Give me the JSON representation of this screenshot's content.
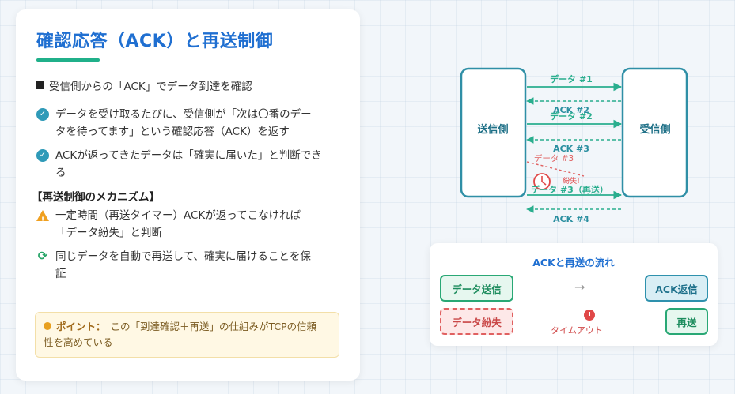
{
  "title": "確認応答（ACK）と再送制御",
  "intro": "受信側からの「ACK」でデータ到達を確認",
  "bullets": [
    {
      "icon": "check-circle-icon",
      "text_line1": "データを受け取るたびに、受信側が「次は〇番のデー",
      "text_line2": "タを待ってます」という確認応答（ACK）を返す"
    },
    {
      "icon": "check-circle-icon",
      "text_line1": "ACKが返ってきたデータは「確実に届いた」と判断でき",
      "text_line2": "る"
    }
  ],
  "mechanism_heading": "【再送制御のメカニズム】",
  "mechanism": [
    {
      "icon": "warning-icon",
      "text_line1": "一定時間（再送タイマー）ACKが返ってこなければ",
      "text_line2": "「データ紛失」と判断"
    },
    {
      "icon": "refresh-icon",
      "text_line1": "同じデータを自動で再送して、確実に届けることを保",
      "text_line2": "証"
    }
  ],
  "point": {
    "label": "ポイント：",
    "text_line1": "この「到達確認＋再送」の仕組みがTCPの信頼",
    "text_line2": "性を高めている"
  },
  "sequence": {
    "sender": "送信側",
    "receiver": "受信側",
    "messages": [
      {
        "label": "データ #1",
        "direction": "send",
        "style": "solid"
      },
      {
        "label": "ACK #2",
        "direction": "reply",
        "style": "dashed"
      },
      {
        "label": "データ #2",
        "direction": "send",
        "style": "solid"
      },
      {
        "label": "ACK #3",
        "direction": "reply",
        "style": "dashed"
      },
      {
        "label": "データ #3",
        "direction": "send",
        "style": "lost"
      },
      {
        "label": "データ #3（再送）",
        "direction": "send",
        "style": "solid"
      },
      {
        "label": "ACK #4",
        "direction": "reply",
        "style": "dashed"
      }
    ],
    "lost_label": "紛失!"
  },
  "flow": {
    "title": "ACKと再送の流れ",
    "send": "データ送信",
    "ack": "ACK返信",
    "lost": "データ紛失",
    "timeout": "タイムアウト",
    "resend": "再送",
    "arrow": "→"
  },
  "colors": {
    "accent": "#1f6fd1",
    "green": "#29a875",
    "teal": "#2e91ad",
    "red": "#e04848"
  }
}
